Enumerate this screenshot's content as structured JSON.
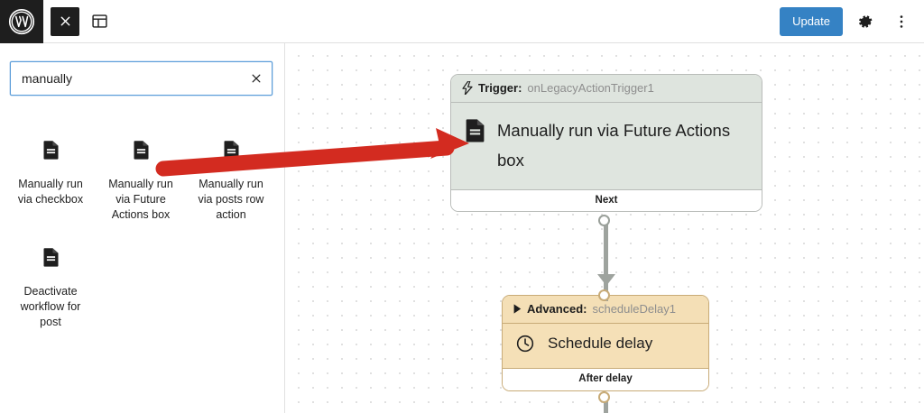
{
  "topbar": {
    "logo_icon": "wordpress-logo-icon",
    "close_icon": "close-icon",
    "layout_icon": "layout-panel-icon",
    "update_label": "Update",
    "gear_icon": "gear-icon",
    "kebab_icon": "kebab-menu-icon",
    "accent_color": "#3582c4"
  },
  "sidebar": {
    "search": {
      "value": "manually",
      "placeholder": "Search",
      "clear_icon": "close-icon",
      "border_color": "#5b9dd9"
    },
    "blocks": [
      {
        "icon": "document-icon",
        "label": "Manually run via checkbox"
      },
      {
        "icon": "document-icon",
        "label": "Manually run via Future Actions box"
      },
      {
        "icon": "document-icon",
        "label": "Manually run via posts row action"
      },
      {
        "icon": "document-icon",
        "label": "Deactivate workflow for post"
      }
    ]
  },
  "canvas": {
    "nodes": [
      {
        "kind_label": "Trigger:",
        "id_label": "onLegacyActionTrigger1",
        "header_icon": "lightning-bolt-icon",
        "body_icon": "document-icon",
        "title": "Manually run via Future Actions box",
        "footer_label": "Next",
        "header_color": "#dee4de",
        "body_color": "#dfe5df"
      },
      {
        "kind_label": "Advanced:",
        "id_label": "scheduleDelay1",
        "header_icon": "triangle-right-icon",
        "body_icon": "clock-icon",
        "title": "Schedule delay",
        "footer_label": "After delay",
        "header_color": "#f4dfb6",
        "body_color": "#f5e0b7"
      }
    ],
    "annotation": {
      "type": "red-arrow",
      "color": "#d32b20"
    }
  }
}
